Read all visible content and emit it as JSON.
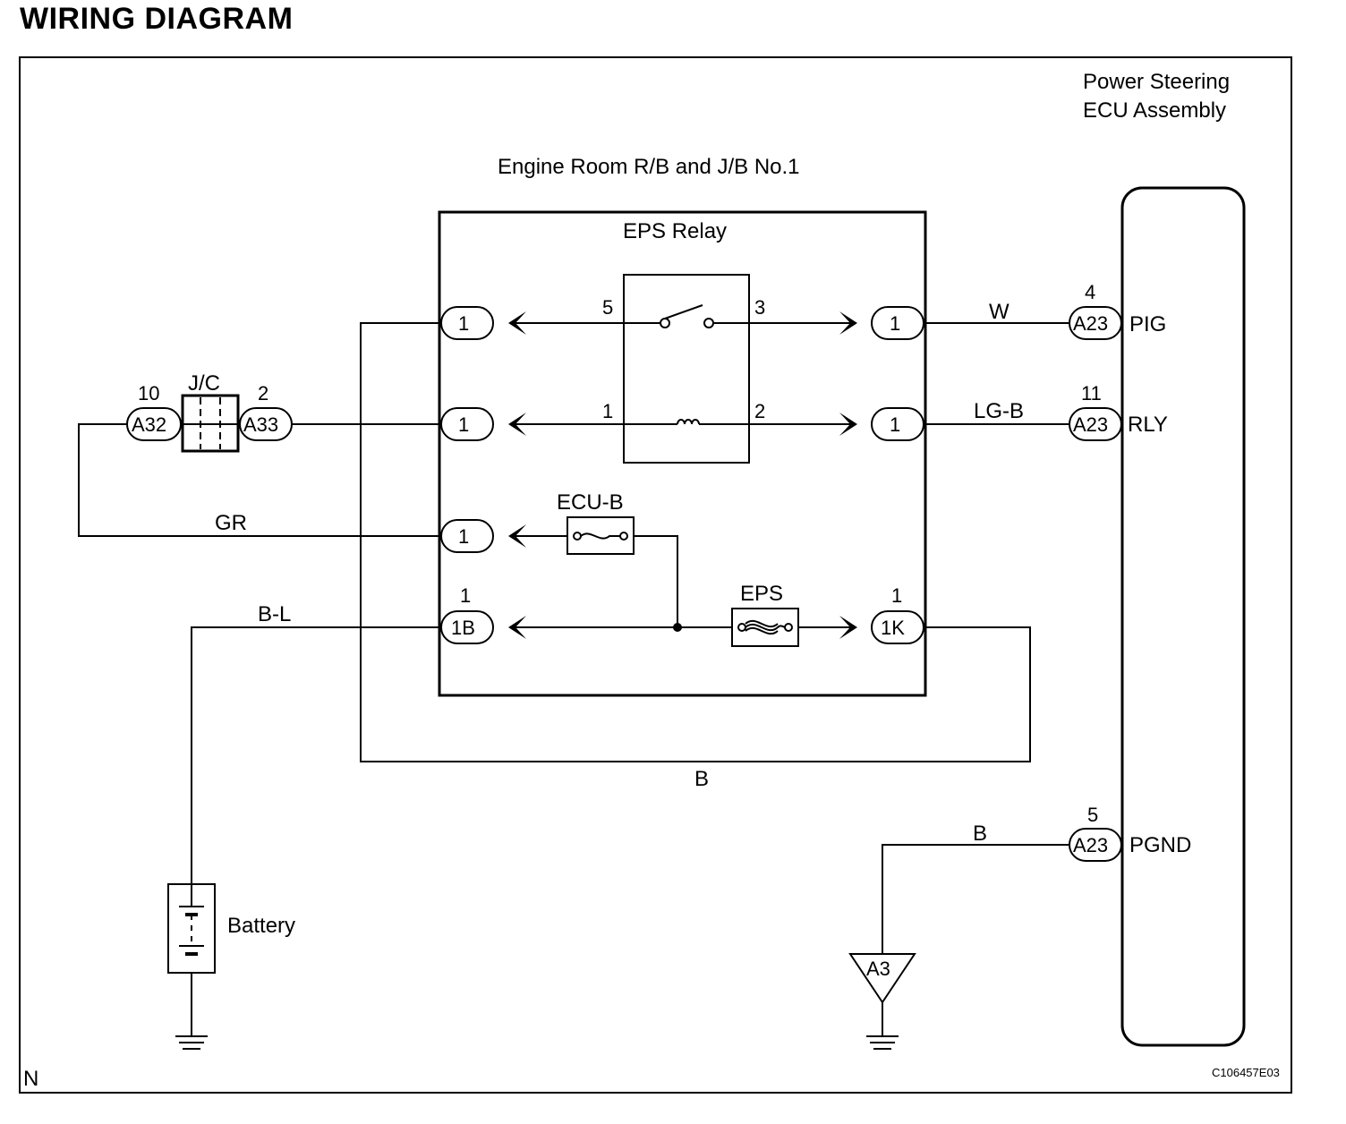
{
  "title": "WIRING DIAGRAM",
  "components": {
    "ecu": {
      "name_line1": "Power Steering",
      "name_line2": "ECU Assembly"
    },
    "junction_block": {
      "name": "Engine Room R/B and J/B No.1"
    },
    "relay": {
      "name": "EPS Relay",
      "pin5": "5",
      "pin3": "3",
      "pin1": "1",
      "pin2": "2"
    },
    "jc": {
      "name": "J/C",
      "left_connector": "A32",
      "left_pin": "10",
      "right_connector": "A33",
      "right_pin": "2"
    },
    "fuse_ecub": {
      "name": "ECU-B"
    },
    "fuse_eps": {
      "name": "EPS"
    },
    "battery": {
      "name": "Battery"
    },
    "ground_point": {
      "name": "A3"
    }
  },
  "jb_connectors": {
    "left_row1": "1",
    "left_row2": "1",
    "left_row3": "1",
    "left_row4": "1B",
    "left_row4_pin": "1",
    "right_row1": "1",
    "right_row2": "1",
    "right_row4": "1K",
    "right_row4_pin": "1"
  },
  "ecu_connectors": {
    "pig": {
      "connector": "A23",
      "pin": "4",
      "terminal": "PIG"
    },
    "rly": {
      "connector": "A23",
      "pin": "11",
      "terminal": "RLY"
    },
    "pgnd": {
      "connector": "A23",
      "pin": "5",
      "terminal": "PGND"
    }
  },
  "wire_colors": {
    "w": "W",
    "lgb": "LG-B",
    "gr": "GR",
    "bl": "B-L",
    "b_loop": "B",
    "b_ground": "B"
  },
  "footer": {
    "left_mark": "N",
    "code": "C106457E03"
  }
}
